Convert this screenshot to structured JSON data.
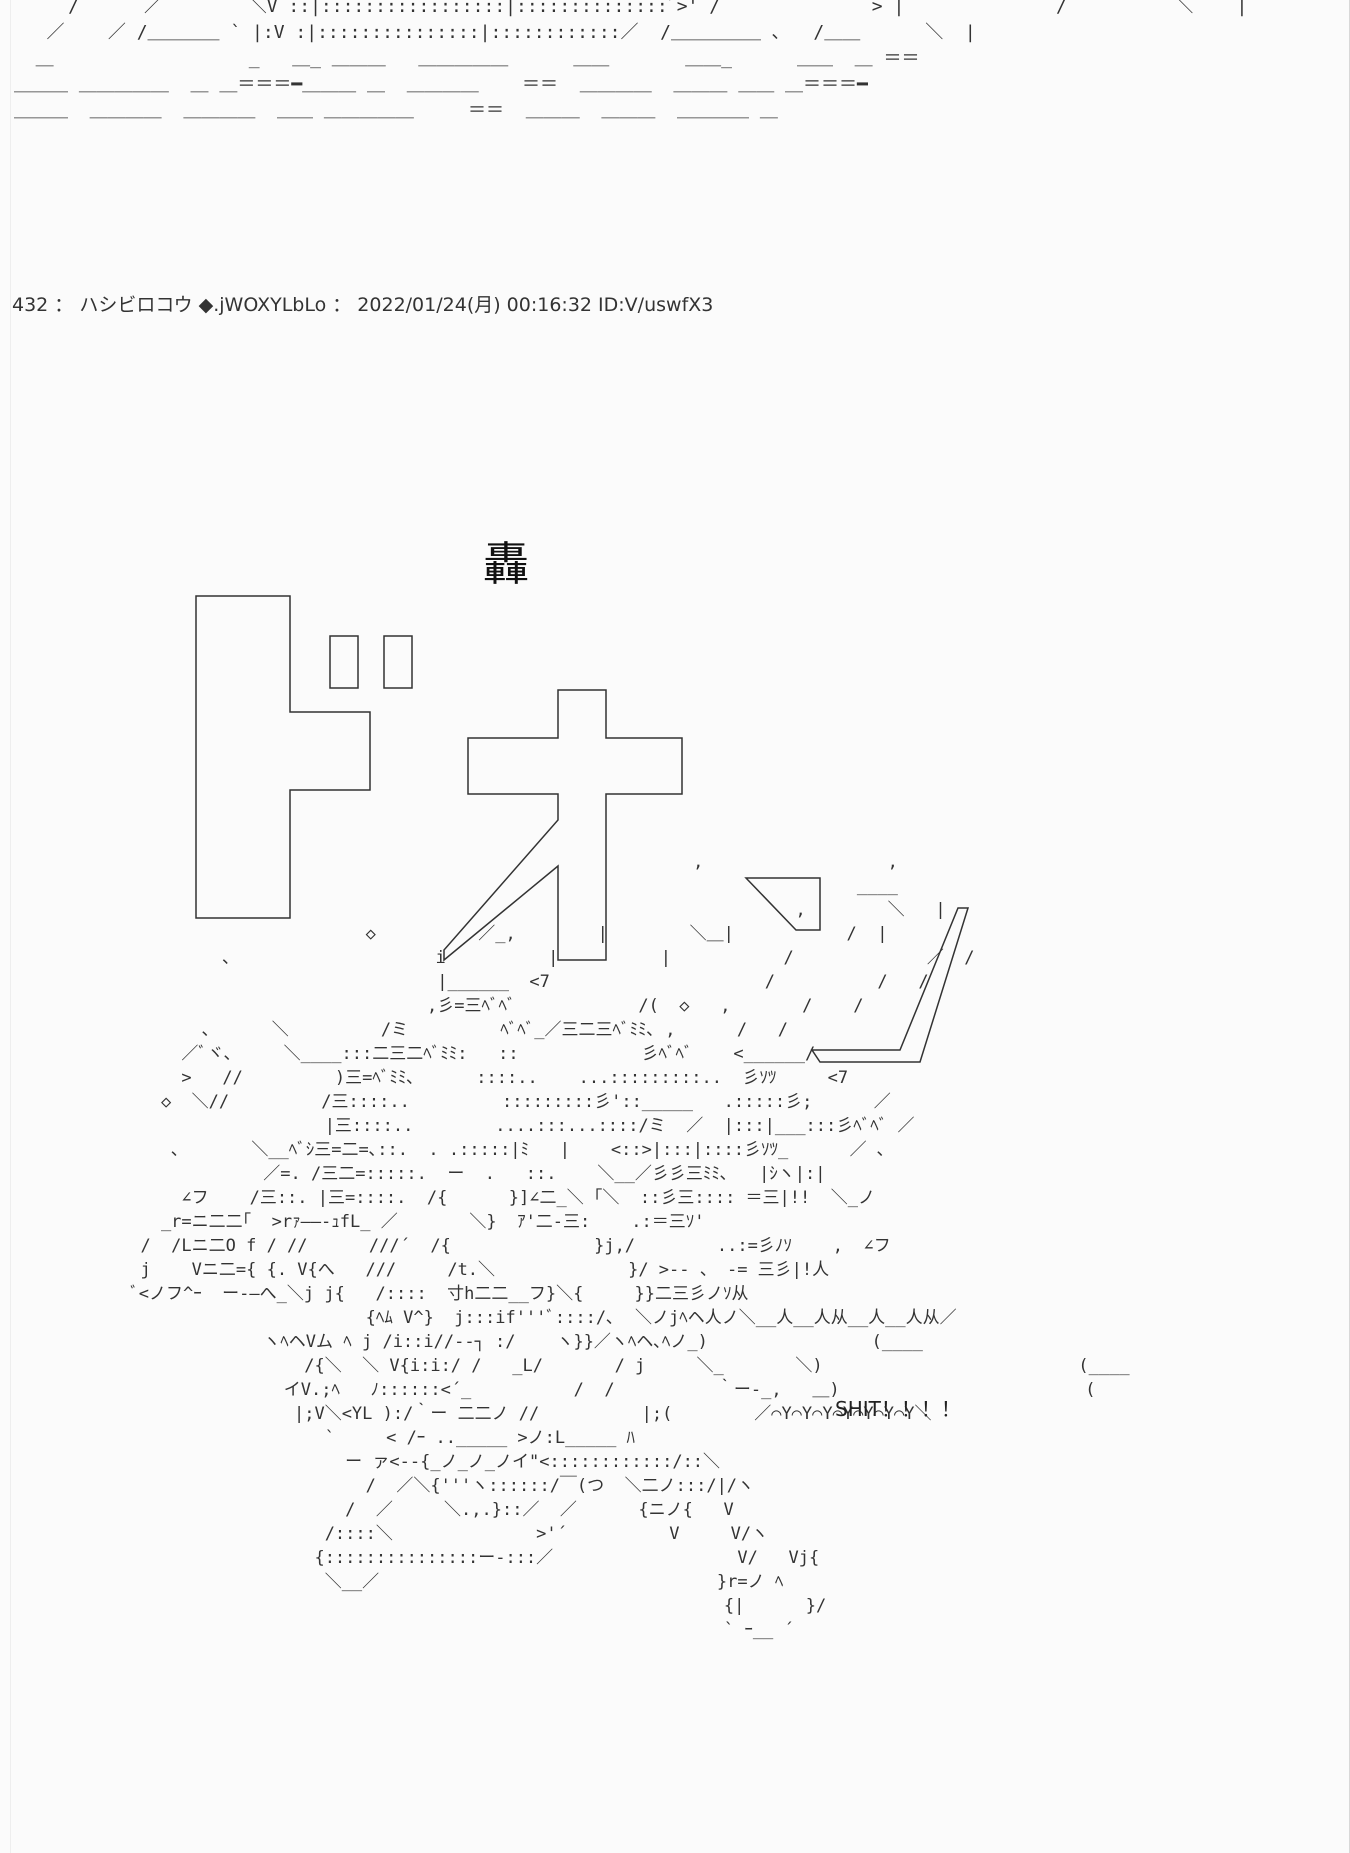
{
  "top_art": {
    "lines": [
      "     /      ／        ＼V ::|:::::::::::::::::|::::::::::::::ﾞ>' /              > |              /          ＼    |",
      "   ／    ／ /＿＿＿＿ ` |:V :|:::::::::::::::|::::::::::::／  /＿＿＿＿＿ ､   /＿＿      ＼  |",
      "  ＿                  _   ＿_ ＿＿＿   ＿＿＿＿＿      ＿＿       ＿＿_      ＿＿  ＿ ＝＝",
      "＿＿＿ ＿＿＿＿＿  ＿ ＿＝＝＝━＿＿＿ ＿  ＿＿＿＿    ＝＝  ＿＿＿＿  ＿＿＿ ＿＿ ＿＝＝＝━",
      "＿＿＿  ＿＿＿＿  ＿＿＿＿  ＿＿ ＿＿＿＿＿     ＝＝  ＿＿＿  ＿＿＿  ＿＿＿＿ ＿"
    ]
  },
  "post": {
    "number": "432",
    "separator": "：",
    "name": "ハシビロコウ",
    "trip": "◆.jWOXYLbLo",
    "datetime": "2022/01/24(月) 00:16:32",
    "id": "ID:V/uswfX3"
  },
  "post_header_text": "432 ： ハシビロコウ ◆.jWOXYLbLo ： 2022/01/24(月) 00:16:32 ID:V/uswfX3",
  "sound_effect": {
    "kanji": "轟",
    "katakana": "ドォ"
  },
  "shout_text": "SHIT！！！！",
  "main_art": {
    "lines": [
      "                                                        ,                  ,",
      "                                                                        ____",
      "                                                                  ,        ＼   |",
      "                        ◇          ／_,        |        ＼＿|           /  |",
      "          ､                    i          |          |           /             ／  /",
      "                               |______  <7                     /          /   /",
      "                              ,彡=三ﾍﾞﾍﾞ            /(  ◇   ,       /    /",
      "        ､      ＼         /ミ         ﾍﾞﾍﾞ_／三二三ﾍﾞﾐﾐ､ ,      /   /",
      "      ／ﾞヾ､     ＼____:::二三二ﾍﾞﾐﾐ:   ::            彡ﾍﾞﾍﾞ    <______/",
      "      >   //         )三=ﾍﾞﾐﾐ､      ::::..    ...:::::::::..  彡ｿﾂ     <7",
      "    ◇  ＼//         /三::::..         :::::::::彡'::_____   .:::::彡;      ／",
      "                    |三::::..        ....:::...::::/ミ  ／  |:::|___:::彡ﾍﾞﾍﾞ ／",
      "     ､       ＼__ﾍﾞｼ三=二=､::.  . .:::::|ﾐ   |    <::>|:::|::::彡ｿﾂ_      ／ ､",
      "              ／=. /三二=:::::.  ー  .   ::.    ＼__／彡彡三ﾐﾐ､   |ｼヽ|:|",
      "      ∠フ    /三::. |三=::::.  /{      }]∠二_＼ ｢＼  ::彡三:::: ＝三|!!  ＼_ノ",
      "    _r=ニ二二｢  >rｧ――-ｭfL_ ／       ＼}  ｱ'二-三:    .:＝三ｿ'",
      "  /  /Lニ二O f / //      ///´  /{              }j,/        ..:=彡ﾉｿ    ,  ∠フ",
      "  j    Vニ二={ {. V{へ   ///     /t.＼             }/ >-- 、 -= 三彡|!人",
      " ﾞ<ノフ^ｰ  ー-―へ_＼j j{   /::::  寸h二二__フ}＼{     }}二三彡ノｿ从",
      "                        {ﾍﾑ V^}  j:::if'''ﾞ::::/､  ＼ノjﾍヘ人ノ＼__人__人从__人__人从／",
      "              ヽﾍヘVム ﾍ j /i::i//--┐ :/    ヽ}}／ヽﾍヘ､ﾍノ_)                (____",
      "                  /{＼  ＼ V{i:i:/ /   _L/       / j     ＼_       ＼)                         (____",
      "                イV.;ﾍ   ﾉ::::::<´_          /  /          ｀ー-_,   ＿)                        (",
      "                 |;V＼<YL ):/｀ー 二二ノ //          |;(        ／⌒Y⌒Y⌒Y⌒Y⌒Y⌒Y⌒Y＼",
      "                    `     < /ｰ .._____ >ノ:L_____ ﾊ",
      "                      ー ァ<--{_ノ_ノ_ノイ\"<::::::::::::/::＼",
      "                        /  ／＼{'''ヽ::::::/￣(つ  ＼二ノ:::/|/ヽ",
      "                      /  ／     ＼.,.}::／  ／      {ニノ{   V",
      "                    /::::＼              >'´          V     V/ヽ",
      "                   {:::::::::::::::ー-:::／                  V/   Vj{",
      "                    ＼__／                                 }r=ノ ﾍ",
      "                                                           {|      }/",
      "                                                           ` ｰ__ ´"
    ]
  }
}
